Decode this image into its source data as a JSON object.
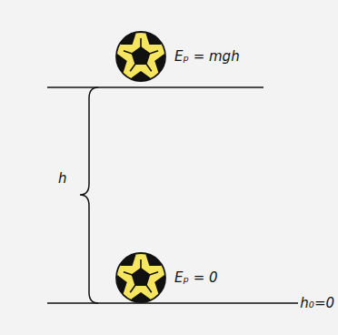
{
  "diagram": {
    "labels": [
      "Eₚ = mgh",
      "h",
      "Eₚ = 0",
      "h₀=0"
    ]
  }
}
